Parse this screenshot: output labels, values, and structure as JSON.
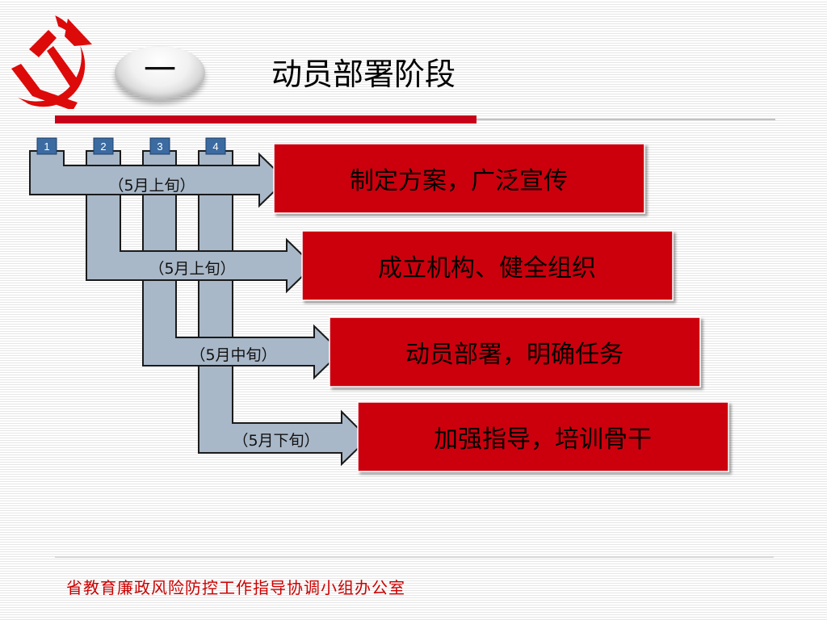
{
  "header": {
    "section_number": "一",
    "title": "动员部署阶段"
  },
  "steps": [
    {
      "tab": "1",
      "period": "（5月上旬）",
      "label": "制定方案，广泛宣传"
    },
    {
      "tab": "2",
      "period": "（5月上旬）",
      "label": "成立机构、健全组织"
    },
    {
      "tab": "3",
      "period": "（5月中旬）",
      "label": "动员部署，明确任务"
    },
    {
      "tab": "4",
      "period": "（5月下旬）",
      "label": "加强指导，培训骨干"
    }
  ],
  "footer": {
    "org": "省教育廉政风险防控工作指导协调小组办公室"
  },
  "colors": {
    "accent_red": "#c8001a",
    "box_red": "#cc0010",
    "pipe_gray": "#a9b8c8",
    "tab_blue": "#3b6ba1",
    "footer_red": "#cc0000"
  }
}
